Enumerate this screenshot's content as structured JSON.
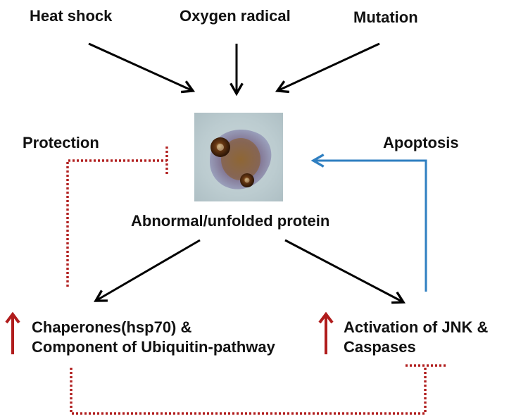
{
  "stressors": [
    {
      "id": "heat",
      "label": "Heat shock"
    },
    {
      "id": "oxygen",
      "label": "Oxygen radical"
    },
    {
      "id": "mutation",
      "label": "Mutation"
    }
  ],
  "center": {
    "label": "Abnormal/unfolded protein",
    "image_icon": "neuron-with-inclusions-micrograph"
  },
  "feedback": {
    "protection_label": "Protection",
    "apoptosis_label": "Apoptosis"
  },
  "outcomes": {
    "left": {
      "line1": "Chaperones(hsp70) &",
      "line2": "Component of Ubiquitin-pathway",
      "indicator_icon": "up-arrow-icon"
    },
    "right": {
      "line1": "Activation of JNK &",
      "line2": "Caspases",
      "indicator_icon": "up-arrow-icon"
    }
  },
  "colors": {
    "arrow": "#000000",
    "inhibition": "#b22222",
    "apoptosis_arrow": "#2f7fc1",
    "up_arrow": "#b01c1c",
    "text": "#111111"
  }
}
